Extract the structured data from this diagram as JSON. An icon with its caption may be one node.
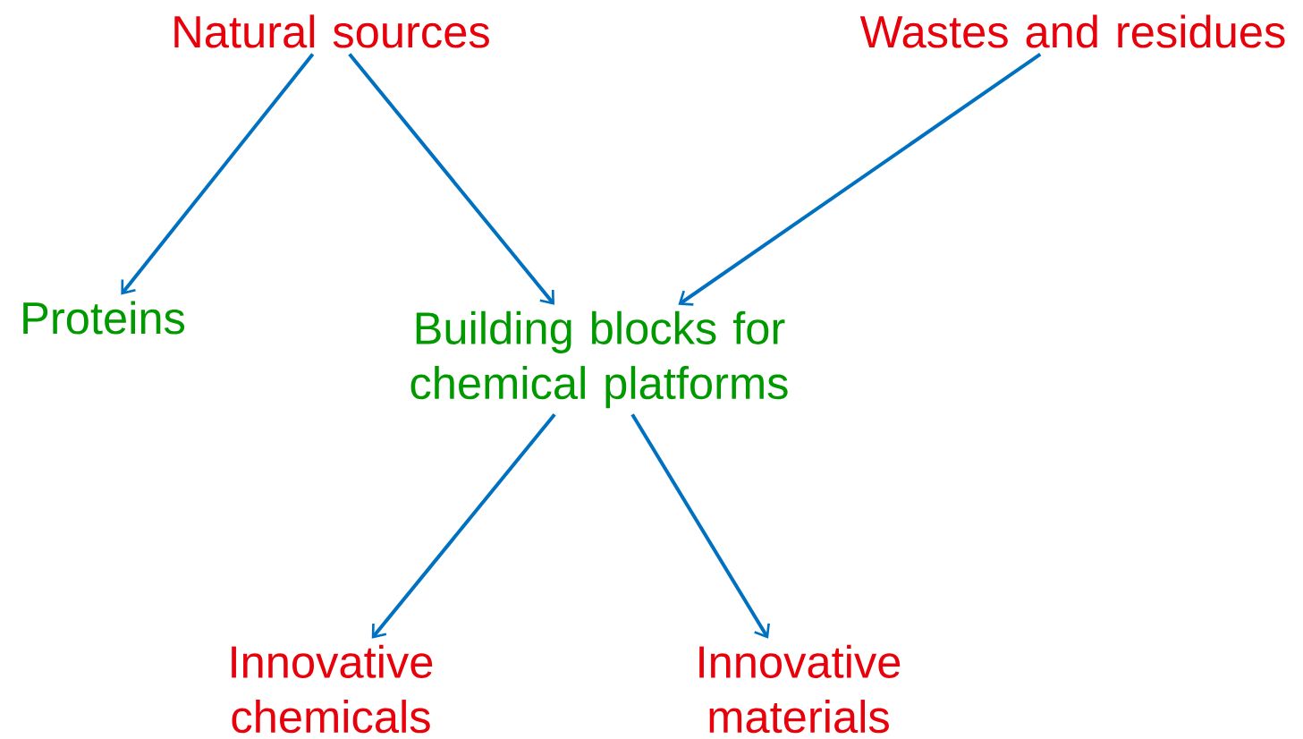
{
  "diagram": {
    "nodes": [
      {
        "text": [
          "Natural sources"
        ]
      },
      {
        "text": [
          "Wastes and residues"
        ]
      },
      {
        "text": [
          "Proteins"
        ]
      },
      {
        "text": [
          "Building blocks for chemical platforms"
        ]
      },
      {
        "text": [
          "Innovative chemicals"
        ]
      },
      {
        "text": [
          "Innovative materials"
        ]
      }
    ],
    "edges": [
      {
        "from": 0,
        "to": 2,
        "arrow": "to"
      },
      {
        "from": 0,
        "to": 3,
        "arrow": "to"
      },
      {
        "from": 1,
        "to": 3,
        "arrow": "to"
      },
      {
        "from": 3,
        "to": 4,
        "arrow": "to"
      },
      {
        "from": 3,
        "to": 5,
        "arrow": "to"
      }
    ]
  }
}
